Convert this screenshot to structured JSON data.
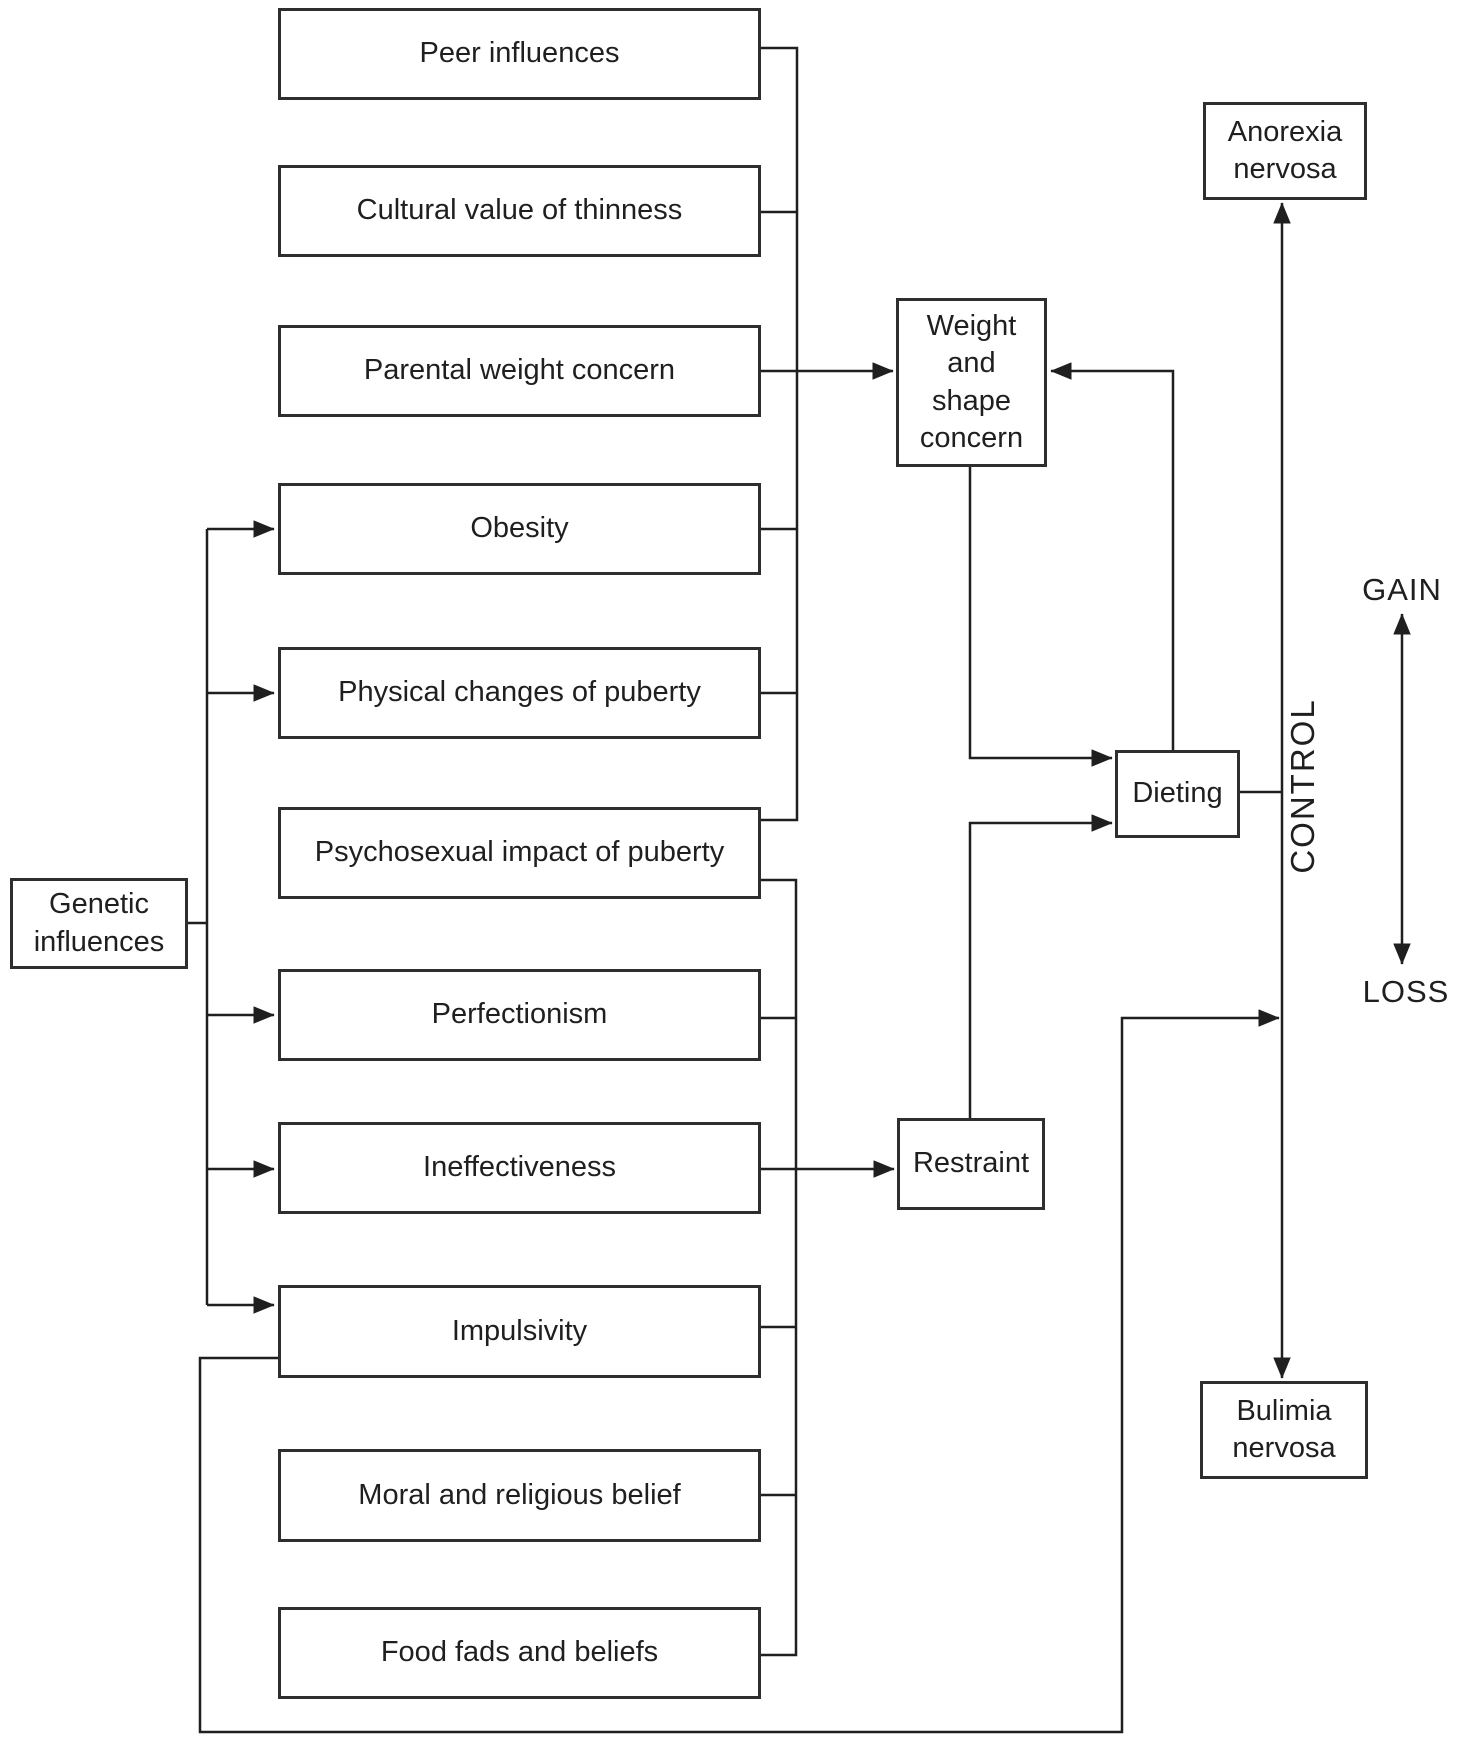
{
  "diagram": {
    "title_hint": "Risk-factor flowchart for anorexia and bulimia nervosa",
    "nodes": {
      "peer": {
        "label": "Peer influences"
      },
      "cultural": {
        "label": "Cultural value of thinness"
      },
      "parental": {
        "label": "Parental weight concern"
      },
      "obesity": {
        "label": "Obesity"
      },
      "physical": {
        "label": "Physical changes of puberty"
      },
      "psychosexual": {
        "label": "Psychosexual impact of puberty"
      },
      "perfectionism": {
        "label": "Perfectionism"
      },
      "ineffectiveness": {
        "label": "Ineffectiveness"
      },
      "impulsivity": {
        "label": "Impulsivity"
      },
      "moral": {
        "label": "Moral and religious belief"
      },
      "food": {
        "label": "Food fads and beliefs"
      },
      "genetic": {
        "label": "Genetic influences"
      },
      "weight": {
        "label": "Weight and shape concern"
      },
      "restraint": {
        "label": "Restraint"
      },
      "dieting": {
        "label": "Dieting"
      },
      "anorexia": {
        "label": "Anorexia nervosa"
      },
      "bulimia": {
        "label": "Bulimia nervosa"
      }
    },
    "axis_labels": {
      "gain": "GAIN",
      "loss": "LOSS",
      "control": "CONTROL"
    },
    "edges": [
      {
        "from": "Peer influences",
        "to": "Weight and shape concern",
        "via": "collector-1",
        "arrow": true
      },
      {
        "from": "Cultural value of thinness",
        "to": "Weight and shape concern",
        "via": "collector-1",
        "arrow": true
      },
      {
        "from": "Parental weight concern",
        "to": "Weight and shape concern",
        "arrow": true
      },
      {
        "from": "Obesity",
        "to": "Weight and shape concern",
        "via": "collector-1",
        "arrow": true
      },
      {
        "from": "Physical changes of puberty",
        "to": "Weight and shape concern",
        "via": "collector-1",
        "arrow": true
      },
      {
        "from": "Psychosexual impact of puberty",
        "to": "Weight and shape concern",
        "via": "collector-1",
        "arrow": true
      },
      {
        "from": "Psychosexual impact of puberty",
        "to": "Restraint",
        "via": "collector-2",
        "arrow": true
      },
      {
        "from": "Perfectionism",
        "to": "Restraint",
        "via": "collector-2",
        "arrow": true
      },
      {
        "from": "Ineffectiveness",
        "to": "Restraint",
        "arrow": true
      },
      {
        "from": "Impulsivity",
        "to": "Restraint",
        "via": "collector-2",
        "arrow": true
      },
      {
        "from": "Moral and religious belief",
        "to": "Restraint",
        "via": "collector-2",
        "arrow": true
      },
      {
        "from": "Food fads and beliefs",
        "to": "Restraint",
        "via": "collector-2",
        "arrow": true
      },
      {
        "from": "Genetic influences",
        "to": "Obesity",
        "arrow": true
      },
      {
        "from": "Genetic influences",
        "to": "Physical changes of puberty",
        "arrow": true
      },
      {
        "from": "Genetic influences",
        "to": "Perfectionism",
        "arrow": true
      },
      {
        "from": "Genetic influences",
        "to": "Ineffectiveness",
        "arrow": true
      },
      {
        "from": "Genetic influences",
        "to": "Impulsivity",
        "arrow": true
      },
      {
        "from": "Weight and shape concern",
        "to": "Dieting",
        "arrow": true
      },
      {
        "from": "Restraint",
        "to": "Dieting",
        "arrow": true
      },
      {
        "from": "Dieting",
        "to": "Weight and shape concern",
        "note": "feedback loop",
        "arrow": true
      },
      {
        "from": "Dieting",
        "to": "control axis",
        "arrow": false
      },
      {
        "from": "Impulsivity",
        "to": "control axis (loss end)",
        "via": "bottom route",
        "arrow": true
      },
      {
        "from": "control axis",
        "to": "Anorexia nervosa",
        "note": "upper arrowhead",
        "arrow": true
      },
      {
        "from": "control axis",
        "to": "Bulimia nervosa",
        "note": "lower arrowhead",
        "arrow": true
      },
      {
        "from": "GAIN",
        "to": "LOSS",
        "note": "double-headed arrow",
        "arrow": true
      }
    ],
    "colors": {
      "line": "#1f1f1f",
      "box_border": "#2e2e2e",
      "box_fill": "#ffffff",
      "background": "#ffffff",
      "text": "#1f1f1f"
    }
  }
}
